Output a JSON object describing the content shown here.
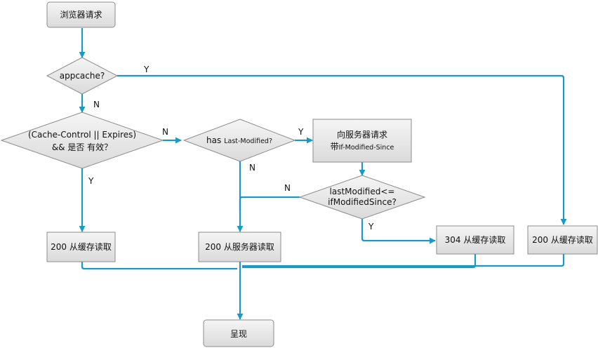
{
  "nodes": {
    "browser_request": "浏览器请求",
    "appcache": "appcache?",
    "cache_control_line1": "(Cache-Control || Expires)",
    "cache_control_line2": "&& 是否 有效？",
    "has_prefix": "has",
    "has_last_modified": "Last-Modified?",
    "server_request_line1": "向服务器请求",
    "server_request_line2_prefix": "带",
    "server_request_line2": "If-Modified-Since",
    "last_modified_line1": "lastModified<=",
    "last_modified_line2": "ifModifiedSince?",
    "read_cache_200_a": "200 从缓存读取",
    "read_server_200": "200 从服务器读取",
    "read_cache_304": "304 从缓存读取",
    "read_cache_200_b": "200 从缓存读取",
    "render": "呈现"
  },
  "edge_labels": {
    "appcache_yes": "Y",
    "appcache_no": "N",
    "cache_valid_no": "N",
    "cache_valid_yes": "Y",
    "has_lm_yes": "Y",
    "has_lm_no": "N",
    "lm_compare_no": "N",
    "lm_compare_yes": "Y"
  },
  "colors": {
    "connector": "#1a98c8",
    "box_fill_top": "#f4f4f4",
    "box_fill_bottom": "#dcdcdc",
    "box_stroke": "#8c8c8c"
  }
}
